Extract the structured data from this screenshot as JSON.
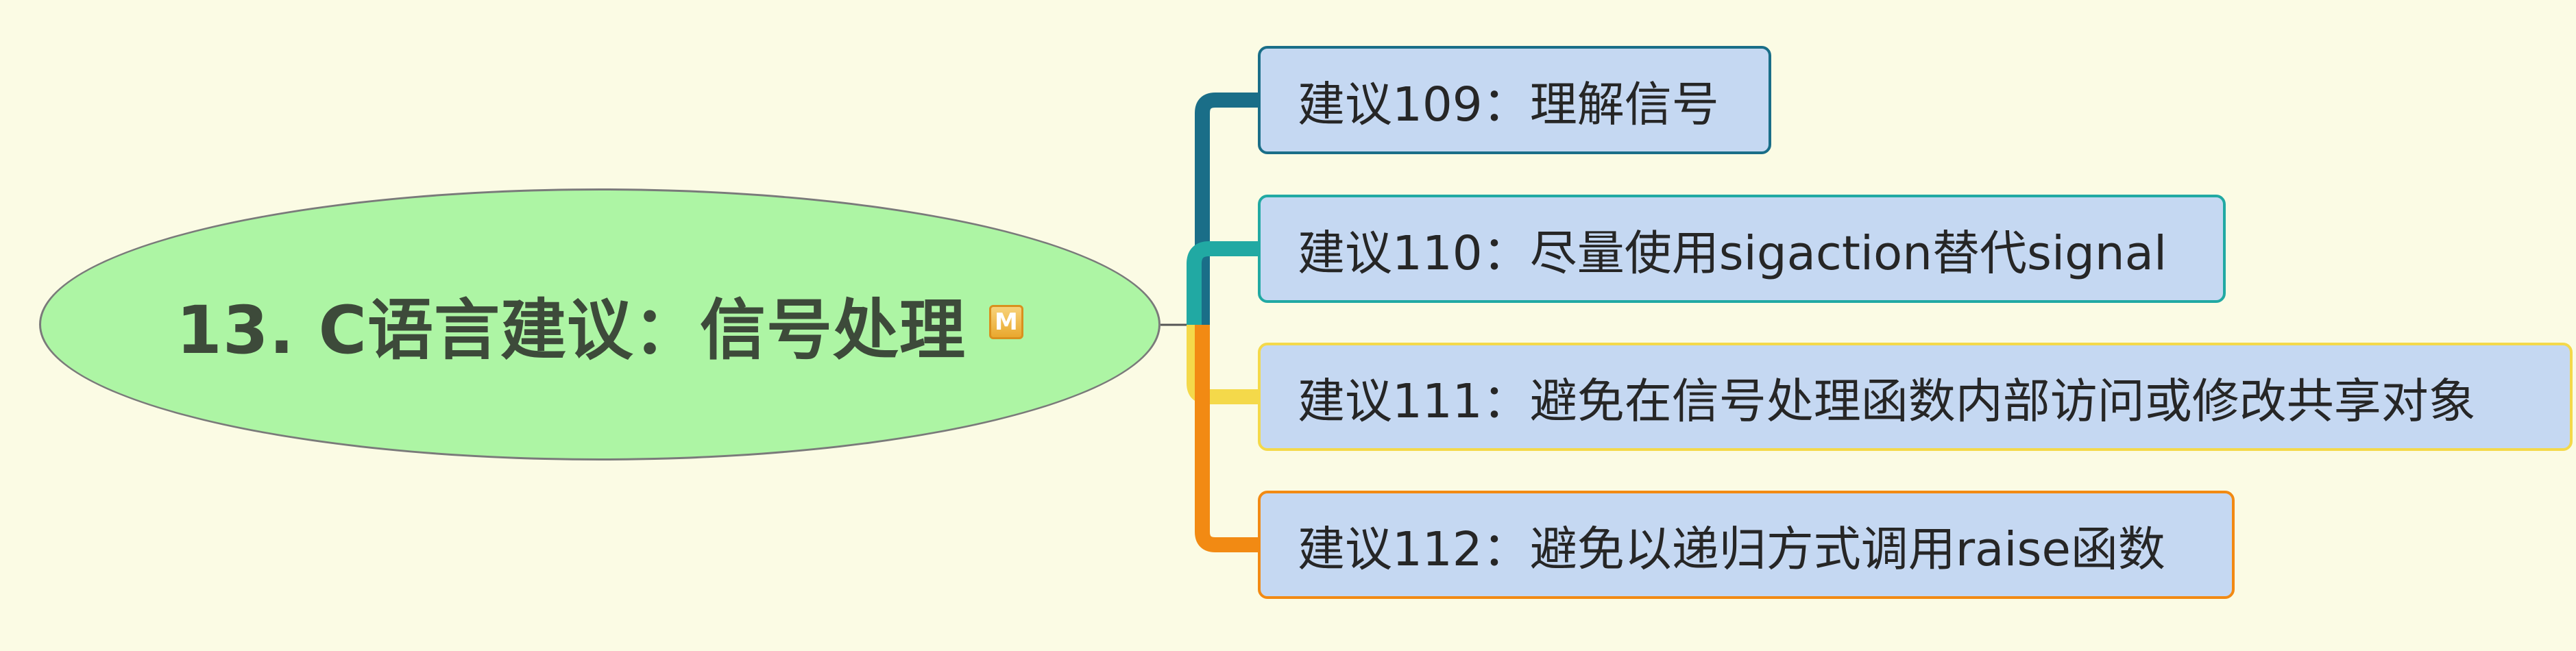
{
  "mindmap": {
    "root": {
      "title": "13. C语言建议：信号处理",
      "marker_label": "M"
    },
    "topics": [
      {
        "text": "建议109：理解信号",
        "color": "#1a6e88"
      },
      {
        "text": "建议110：尽量使用sigaction替代signal",
        "color": "#21a9a3"
      },
      {
        "text": "建议111：避免在信号处理函数内部访问或修改共享对象",
        "color": "#f4d94a"
      },
      {
        "text": "建议112：避免以递归方式调用raise函数",
        "color": "#f28a13"
      }
    ]
  },
  "colors": {
    "background": "#fbfbe4",
    "root_fill": "#adf5a4",
    "topic_fill": "#c5d8f2"
  }
}
